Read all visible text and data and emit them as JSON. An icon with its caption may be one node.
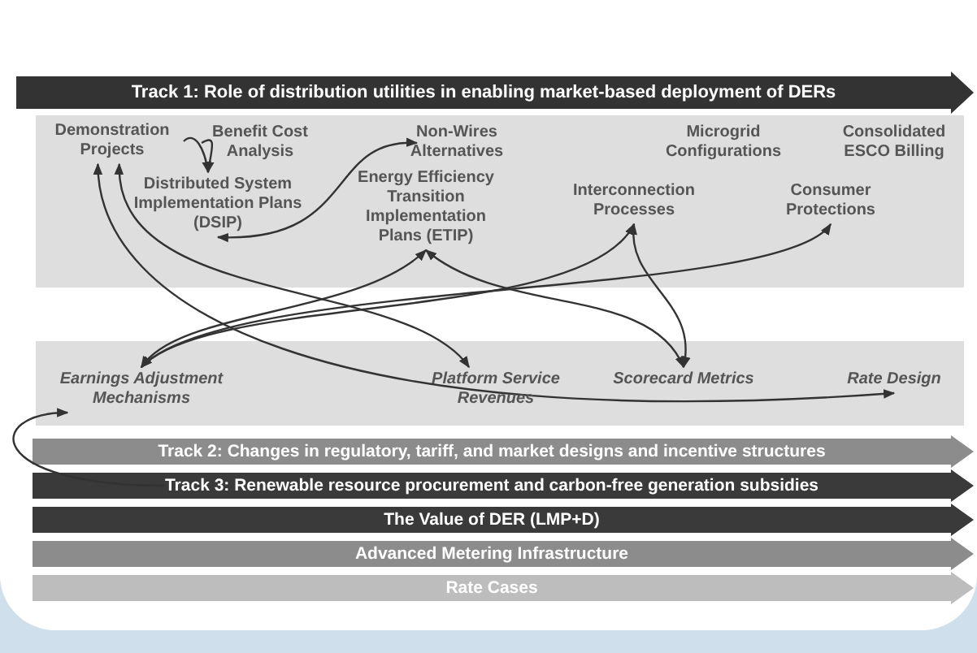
{
  "diagram": {
    "nodes": [
      {
        "text": [
          "Track 1:  Role of distribution utilities in enabling market-based deployment of DERs"
        ]
      },
      {
        "text": [],
        "shape": "box"
      },
      {
        "text": [
          "Demonstration Projects"
        ],
        "in": 1
      },
      {
        "text": [
          "Benefit Cost Analysis"
        ],
        "in": 1
      },
      {
        "text": [
          "Non-Wires Alternatives"
        ],
        "in": 1
      },
      {
        "text": [
          "Microgrid Configurations"
        ],
        "in": 1
      },
      {
        "text": [
          "Consolidated ESCO Billing"
        ],
        "in": 1
      },
      {
        "text": [
          "Distributed System Implementation Plans (DSIP)"
        ],
        "in": 1
      },
      {
        "text": [
          "Energy Efficiency Transition Implementation Plans (ETIP)"
        ],
        "in": 1
      },
      {
        "text": [
          "Interconnection Processes"
        ],
        "in": 1
      },
      {
        "text": [
          "Consumer Protections"
        ],
        "in": 1
      },
      {
        "text": [],
        "shape": "box"
      },
      {
        "text": [
          "Earnings Adjustment Mechanisms"
        ],
        "in": 11
      },
      {
        "text": [
          "Platform Service Revenues"
        ],
        "in": 11
      },
      {
        "text": [
          "Scorecard Metrics"
        ],
        "in": 11
      },
      {
        "text": [
          "Rate Design"
        ],
        "in": 11
      },
      {
        "text": [
          "Track 2:  Changes in regulatory, tariff, and market designs and incentive structures"
        ]
      },
      {
        "text": [
          "Track 3: Renewable resource procurement and carbon-free generation subsidies"
        ]
      },
      {
        "text": [
          "The Value of DER (LMP+D)"
        ]
      },
      {
        "text": [
          "Advanced Metering Infrastructure"
        ]
      },
      {
        "text": [
          "Rate Cases"
        ]
      }
    ],
    "edges": [
      {
        "from": 2,
        "to": 7,
        "arrow": "to"
      },
      {
        "from": 3,
        "to": 7,
        "arrow": "to"
      },
      {
        "from": 4,
        "to": 7,
        "arrow": "both"
      },
      {
        "from": 2,
        "to": 13,
        "arrow": "both"
      },
      {
        "from": 2,
        "to": 15,
        "arrow": "both"
      },
      {
        "from": 8,
        "to": 12,
        "arrow": "both"
      },
      {
        "from": 8,
        "to": 14,
        "arrow": "both"
      },
      {
        "from": 9,
        "to": 12,
        "arrow": "both"
      },
      {
        "from": 9,
        "to": 14,
        "arrow": "both"
      },
      {
        "from": 10,
        "to": 12,
        "arrow": "both"
      },
      {
        "from": 17,
        "to": 12,
        "arrow": "to"
      }
    ]
  }
}
